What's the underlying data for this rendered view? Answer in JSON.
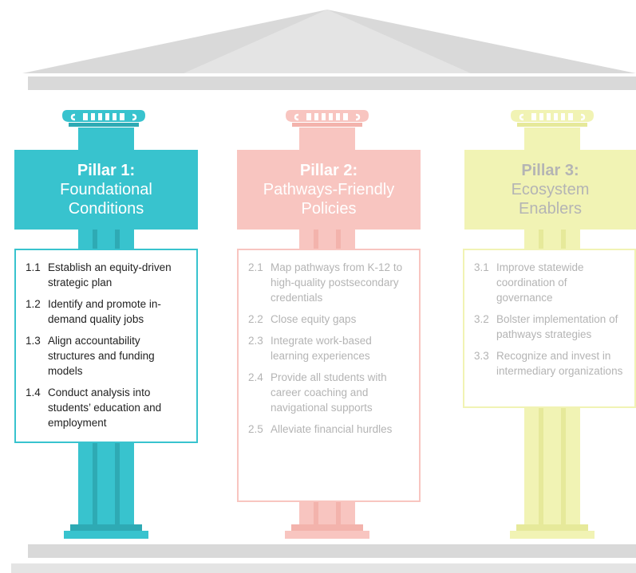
{
  "colors": {
    "roof": "#d9d9d9",
    "roof_face": "#e4e4e4",
    "beam": "#d9d9d9",
    "pillar1": "#38c3ce",
    "pillar1_dark": "#2eaab4",
    "pillar2": "#f8c5c0",
    "pillar2_dark": "#f3b3ac",
    "pillar3": "#f1f3b4",
    "pillar3_dark": "#e6e99a"
  },
  "pillars": [
    {
      "title": "Pillar 1:",
      "subtitle_line1": "Foundational",
      "subtitle_line2": "Conditions",
      "items": [
        {
          "num": "1.1",
          "text": "Establish an equity-driven strategic plan"
        },
        {
          "num": "1.2",
          "text": "Identify and promote in-demand quality jobs"
        },
        {
          "num": "1.3",
          "text": "Align accountability structures and funding models"
        },
        {
          "num": "1.4",
          "text": "Conduct analysis into students’ education and employment"
        }
      ]
    },
    {
      "title": "Pillar 2:",
      "subtitle_line1": "Pathways-Friendly",
      "subtitle_line2": "Policies",
      "items": [
        {
          "num": "2.1",
          "text": "Map pathways from K-12 to high-quality postsecondary credentials"
        },
        {
          "num": "2.2",
          "text": "Close equity gaps"
        },
        {
          "num": "2.3",
          "text": "Integrate work-based learning experiences"
        },
        {
          "num": "2.4",
          "text": "Provide all students with career coaching and navigational supports"
        },
        {
          "num": "2.5",
          "text": "Alleviate financial hurdles"
        }
      ]
    },
    {
      "title": "Pillar 3:",
      "subtitle_line1": "Ecosystem",
      "subtitle_line2": "Enablers",
      "items": [
        {
          "num": "3.1",
          "text": "Improve statewide coordination of governance"
        },
        {
          "num": "3.2",
          "text": "Bolster implementation of pathways strategies"
        },
        {
          "num": "3.3",
          "text": "Recognize and invest in intermediary organizations"
        }
      ]
    }
  ]
}
